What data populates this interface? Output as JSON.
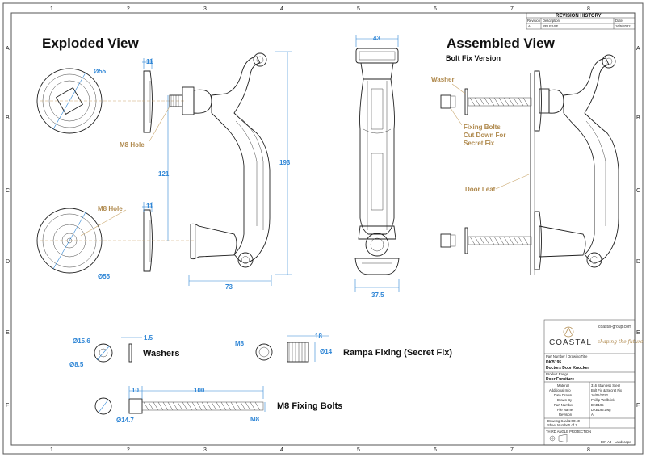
{
  "grid": {
    "columns": [
      "1",
      "2",
      "3",
      "4",
      "5",
      "6",
      "7",
      "8"
    ],
    "rows": [
      "A",
      "B",
      "C",
      "D",
      "E",
      "F"
    ]
  },
  "views": {
    "exploded_title": "Exploded View",
    "assembled_title": "Assembled View",
    "assembled_subtitle": "Bolt Fix Version"
  },
  "dimensions": {
    "rose_diameter_top": "Ø55",
    "rose_diameter_bottom": "Ø55",
    "rose_thickness_top": "11",
    "rose_thickness_bottom": "11",
    "fixing_centres": "121",
    "overall_height": "193",
    "projection": "73",
    "width_top": "43",
    "width_bottom": "37.5",
    "washer_outer": "Ø15.6",
    "washer_inner": "Ø8.5",
    "washer_thickness": "1.5",
    "rampa_thread": "M8",
    "rampa_length": "18",
    "rampa_diameter": "Ø14",
    "bolt_head_length": "10",
    "bolt_length": "100",
    "bolt_head_diameter": "Ø14.7",
    "bolt_thread": "M8"
  },
  "callouts": {
    "m8_hole_top": "M8 Hole",
    "m8_hole_bottom": "M8 Hole",
    "washer": "Washer",
    "fixing_bolts": [
      "Fixing Bolts",
      "Cut Down For",
      "Secret Fix"
    ],
    "door_leaf": "Door Leaf"
  },
  "parts": {
    "washers": "Washers",
    "rampa": "Rampa Fixing (Secret Fix)",
    "bolts": "M8 Fixing Bolts"
  },
  "revision": {
    "title": "REVISION HISTORY",
    "headers": [
      "Revision",
      "Description",
      "Date"
    ],
    "rows": [
      [
        "A",
        "RELEASE",
        "16/5/2022"
      ]
    ]
  },
  "title_block": {
    "url": "coastal-group.com",
    "brand": "COASTAL",
    "tagline": "shaping the future",
    "part_number_label": "Part Number / Drawing Title",
    "part_number": "DKB195",
    "drawing_title": "Doctors Door Knocker",
    "product_range_label": "Product Range",
    "product_range": "Door Furniture",
    "fields": [
      [
        "Material",
        "316 Stainless Steel"
      ],
      [
        "Additional Info",
        "Bolt Fix & Secret Fix"
      ],
      [
        "Date Drawn",
        "16/05/2022"
      ],
      [
        "Drawn By",
        "Phillip Wellbrink"
      ],
      [
        "Part Number",
        "DKB195"
      ],
      [
        "File Name",
        "DKB195.dwg"
      ],
      [
        "Revision",
        "A"
      ]
    ],
    "scale_label": "Drawing Scale",
    "scale": "1:00:40",
    "sheet_label": "Sheet Number",
    "sheet": "1 of 1",
    "projection_label": "THIRD ANGLE PROJECTION",
    "paper": "DIN A3 - Landscape"
  },
  "colors": {
    "dimension": "#2f86d6",
    "callout": "#b08a4e",
    "line": "#222222"
  }
}
